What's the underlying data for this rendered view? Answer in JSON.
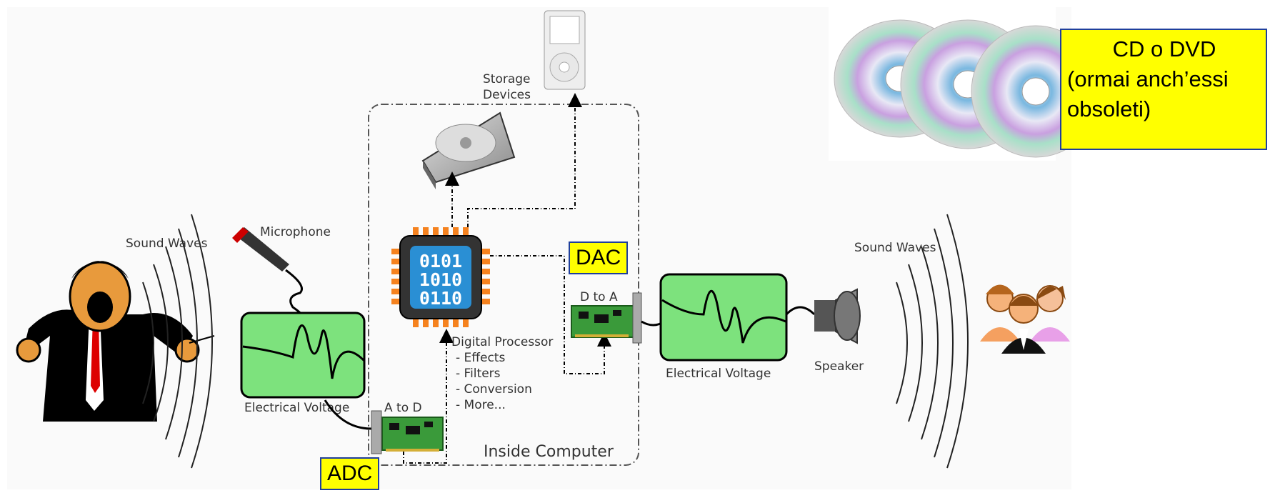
{
  "labels": {
    "sound_waves_left": "Sound Waves",
    "microphone": "Microphone",
    "electrical_voltage_left": "Electrical Voltage",
    "a_to_d": "A to D",
    "storage_devices_1": "Storage",
    "storage_devices_2": "Devices",
    "chip_line1": "0101",
    "chip_line2": "1010",
    "chip_line3": "0110",
    "digital_processor": "Digital Processor",
    "dp_effects": "- Effects",
    "dp_filters": "- Filters",
    "dp_conversion": "- Conversion",
    "dp_more": "- More...",
    "inside_computer": "Inside Computer",
    "d_to_a": "D to A",
    "electrical_voltage_right": "Electrical Voltage",
    "speaker": "Speaker",
    "sound_waves_right": "Sound Waves"
  },
  "badges": {
    "adc": "ADC",
    "dac": "DAC"
  },
  "cd_note": {
    "line1": "CD o DVD",
    "line2": "(ormai anch’essi",
    "line3": "obsoleti)"
  },
  "colors": {
    "scope_green": "#7de27d",
    "chip_orange": "#f5821f",
    "chip_blue": "#2a8fd4",
    "board_green": "#3a9a3a",
    "badge_yellow": "#ffff00",
    "badge_border": "#1f3f9c"
  }
}
